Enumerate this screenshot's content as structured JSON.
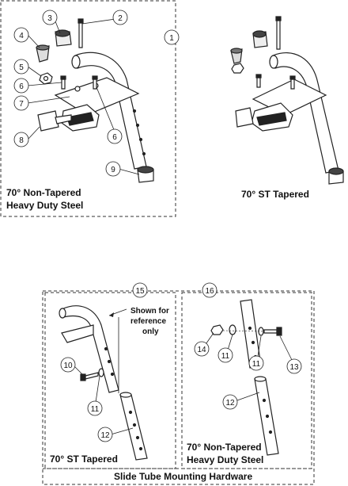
{
  "callouts": [
    "1",
    "2",
    "3",
    "4",
    "5",
    "6",
    "7",
    "8",
    "6",
    "9",
    "15",
    "16",
    "10",
    "11",
    "12",
    "14",
    "11",
    "11",
    "13",
    "12"
  ],
  "captions": {
    "top_left_line1": "70° Non-Tapered",
    "top_left_line2": "Heavy Duty Steel",
    "top_right": "70° ST Tapered",
    "bottom_left": "70° ST Tapered",
    "bottom_right_line1": "70° Non-Tapered",
    "bottom_right_line2": "Heavy Duty Steel",
    "footer": "Slide Tube Mounting Hardware"
  },
  "note": {
    "line1": "Shown for",
    "line2": "reference",
    "line3": "only"
  }
}
